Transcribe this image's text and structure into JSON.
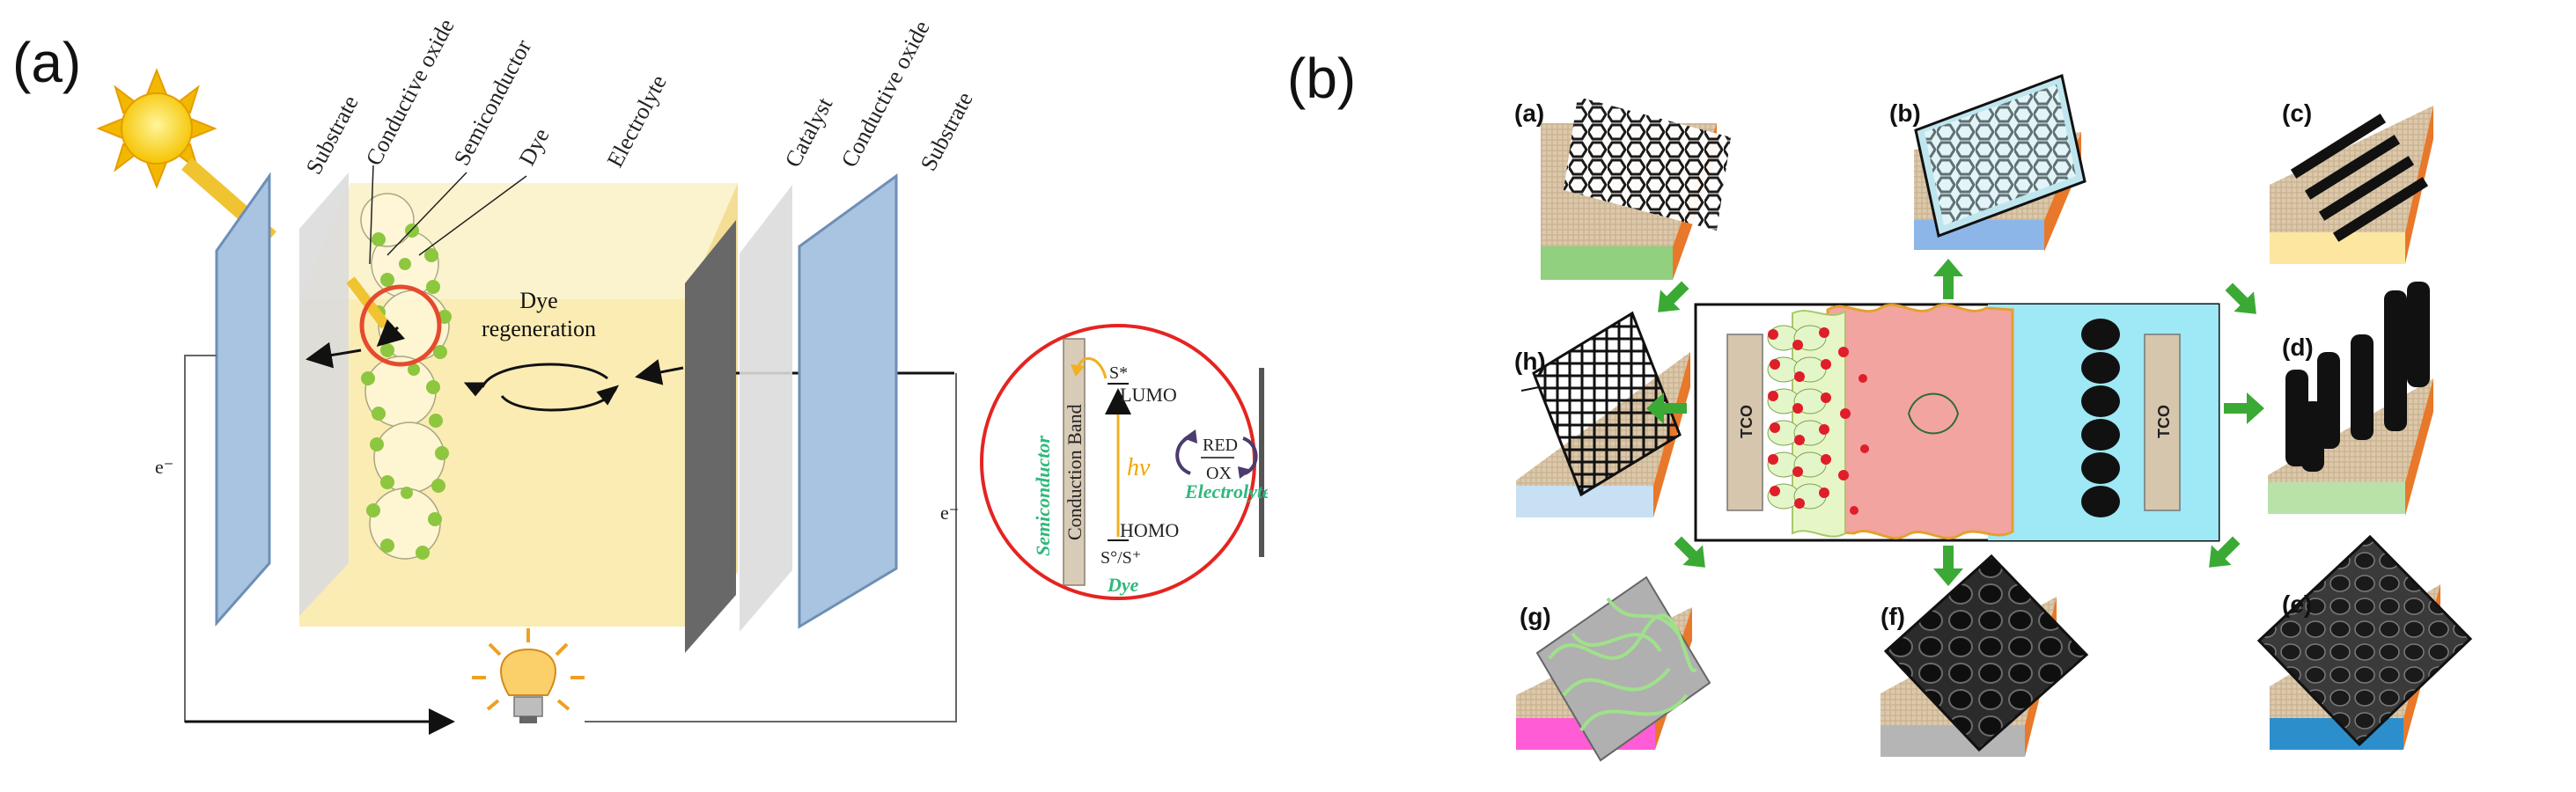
{
  "panel_a": {
    "label": "(a)",
    "layer_labels": [
      "Substrate",
      "Conductive oxide",
      "Semiconductor",
      "Dye",
      "Electrolyte",
      "Catalyst",
      "Conductive oxide",
      "Substrate"
    ],
    "dye_regeneration_line1": "Dye",
    "dye_regeneration_line2": "regeneration",
    "electron_left": "e⁻",
    "electron_right": "e⁻",
    "inset": {
      "conduction_band": "Conduction Band",
      "semiconductor": "Semiconductor",
      "s_star": "S*",
      "lumo": "LUMO",
      "homo": "HOMO",
      "s_plus": "S°/S⁺",
      "hv": "hv",
      "red": "RED",
      "ox": "OX",
      "electrolyte": "Electrolyte",
      "dye": "Dye"
    }
  },
  "panel_b": {
    "label": "(b)",
    "center_tco_left": "TCO",
    "center_tco_right": "TCO",
    "sub_labels": [
      "(a)",
      "(b)",
      "(c)",
      "(d)",
      "(e)",
      "(f)",
      "(g)",
      "(h)"
    ]
  },
  "colors": {
    "glass": "#a9c4e0",
    "electrolyte": "#fbecb4",
    "arrow_green": "#3aaa35",
    "cell_pink": "#f2a4a0",
    "cell_cyan": "#9fe8f5",
    "dye_red": "#e01d2a",
    "particle_green": "#a3cc4b",
    "base_orange": "#e8782a",
    "base_tan": "#d9c4a8"
  }
}
